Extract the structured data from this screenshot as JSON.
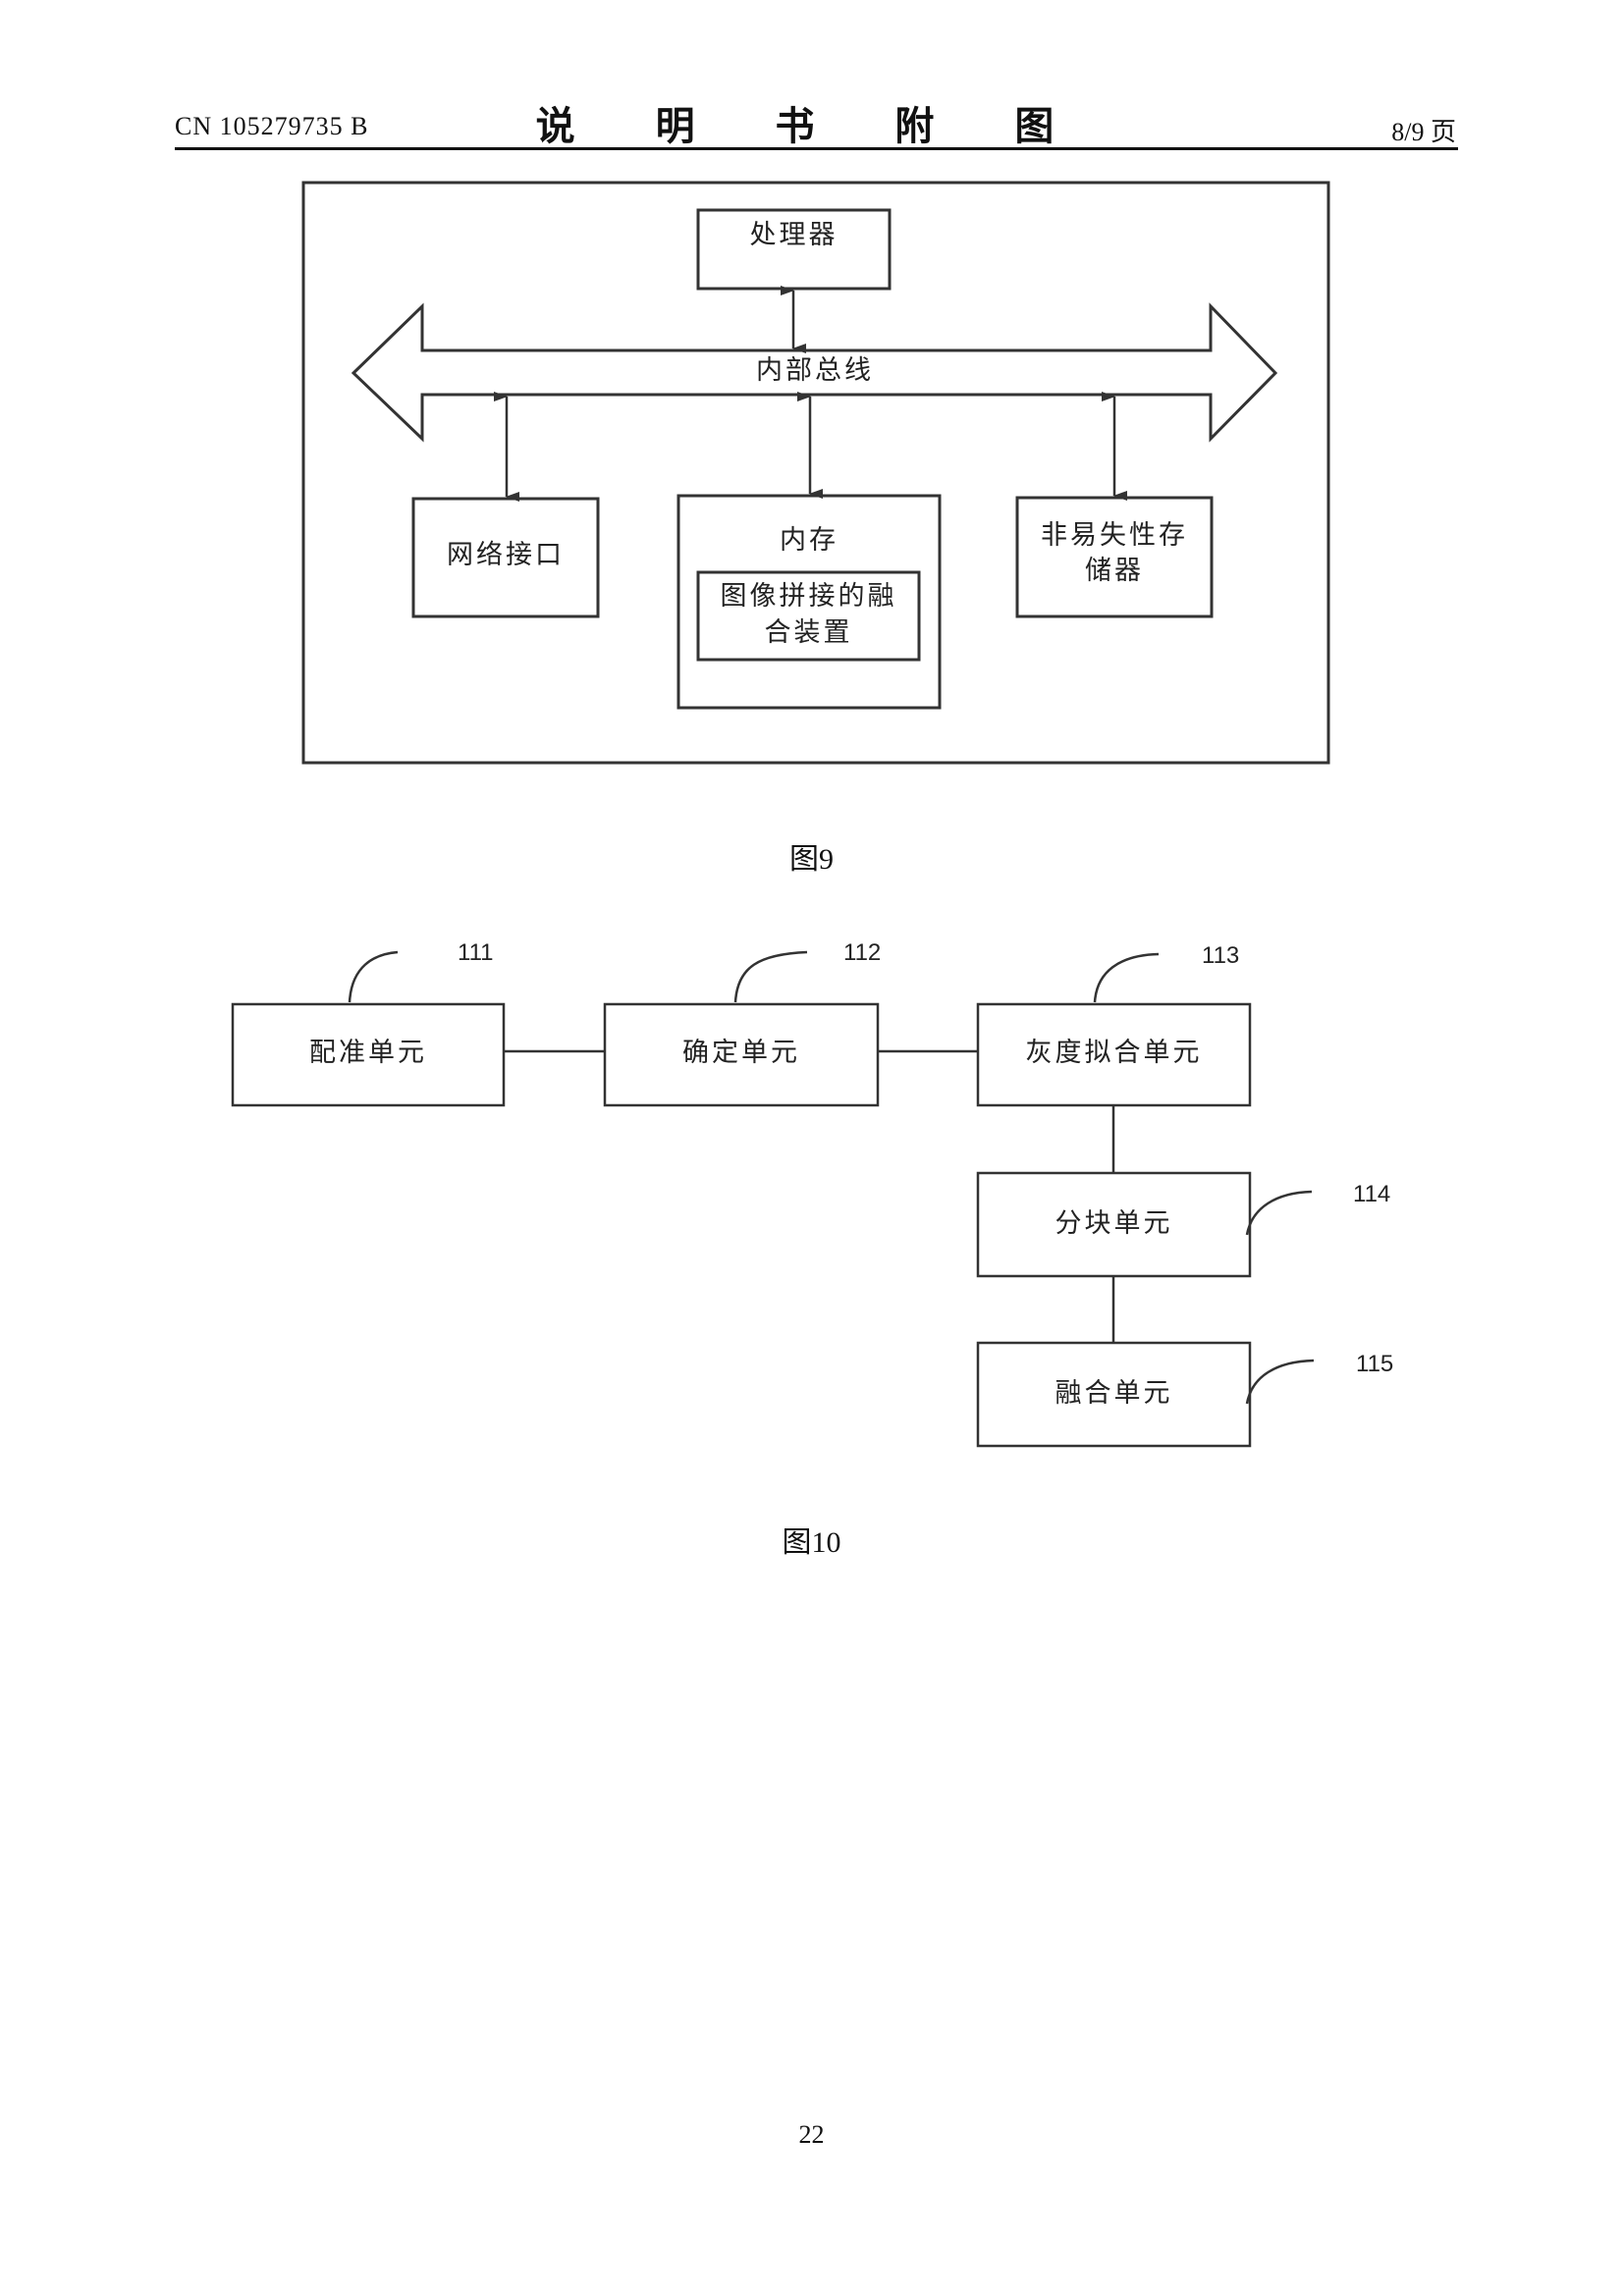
{
  "header": {
    "patent_number": "CN 105279735 B",
    "title": "说 明 书 附 图",
    "page_of": "8/9 页"
  },
  "figure9": {
    "caption": "图9",
    "processor": "处理器",
    "bus": "内部总线",
    "network_interface": "网络接口",
    "memory": "内存",
    "device_line1": "图像拼接的融",
    "device_line2": "合装置",
    "nvm_line1": "非易失性存",
    "nvm_line2": "储器"
  },
  "figure10": {
    "caption": "图10",
    "units": [
      {
        "ref": "111",
        "label": "配准单元"
      },
      {
        "ref": "112",
        "label": "确定单元"
      },
      {
        "ref": "113",
        "label": "灰度拟合单元"
      },
      {
        "ref": "114",
        "label": "分块单元"
      },
      {
        "ref": "115",
        "label": "融合单元"
      }
    ]
  },
  "footer": {
    "page_number": "22"
  }
}
